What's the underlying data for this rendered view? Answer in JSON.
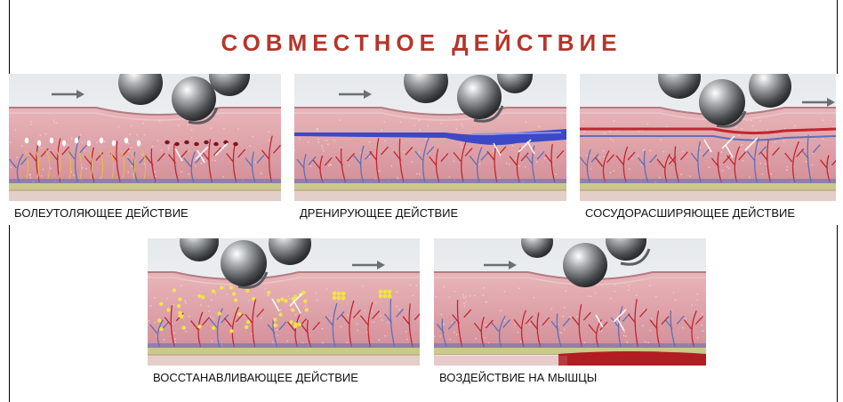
{
  "title": "СОВМЕСТНОЕ ДЕЙСТВИЕ",
  "panels": [
    {
      "caption": "БОЛЕУТОЛЯЮЩЕЕ ДЕЙСТВИЕ"
    },
    {
      "caption": "ДРЕНИРУЮЩЕЕ ДЕЙСТВИЕ"
    },
    {
      "caption": "СОСУДОРАСШИРЯЮЩЕЕ ДЕЙСТВИЕ"
    },
    {
      "caption": "ВОССТАНАВЛИВАЮЩЕЕ ДЕЙСТВИЕ"
    },
    {
      "caption": "ВОЗДЕЙСТВИЕ НА МЫШЦЫ"
    }
  ],
  "colors": {
    "title": "#b5352b",
    "skin": "#d9a0a8",
    "lymph": "#3b48c8",
    "vessel_red": "#c0262d",
    "vessel_blue": "#5d6fb8",
    "fat": "#f2e24a",
    "muscle": "#b01e22"
  }
}
